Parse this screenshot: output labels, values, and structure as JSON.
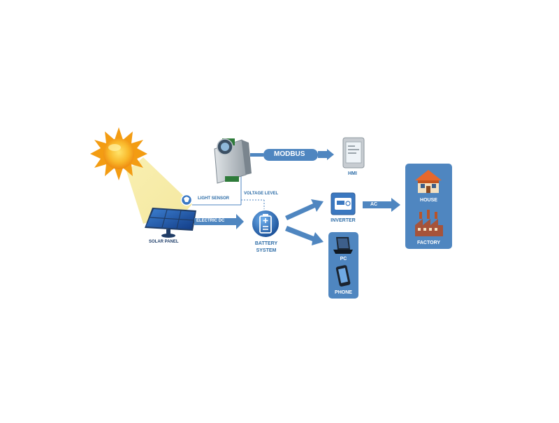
{
  "diagram": {
    "labels": {
      "solar_panel": "SOLAR PANEL",
      "light_sensor": "LIGHT SENSOR",
      "voltage_level": "VOLTAGE LEVEL",
      "modbus": "MODBUS",
      "hmi": "HMI",
      "electric_dc": "ELECTRIC DC",
      "battery_line1": "BATTERY",
      "battery_line2": "SYSTEM",
      "inverter": "INVERTER",
      "ac": "AC",
      "house": "HOUSE",
      "factory": "FACTORY",
      "pc": "PC",
      "phone": "PHONE"
    },
    "colors": {
      "arrow": "#4f86c0",
      "panel_box": "#4f86c0",
      "label_blue": "#2f6ea8",
      "sun": "#f6a21b",
      "beam": "#f5eba8"
    },
    "icons": [
      "sun-icon",
      "solar-panel-icon",
      "light-sensor-icon",
      "controller-device-icon",
      "hmi-device-icon",
      "battery-icon",
      "inverter-icon",
      "house-icon",
      "factory-icon",
      "laptop-icon",
      "smartphone-icon"
    ]
  }
}
